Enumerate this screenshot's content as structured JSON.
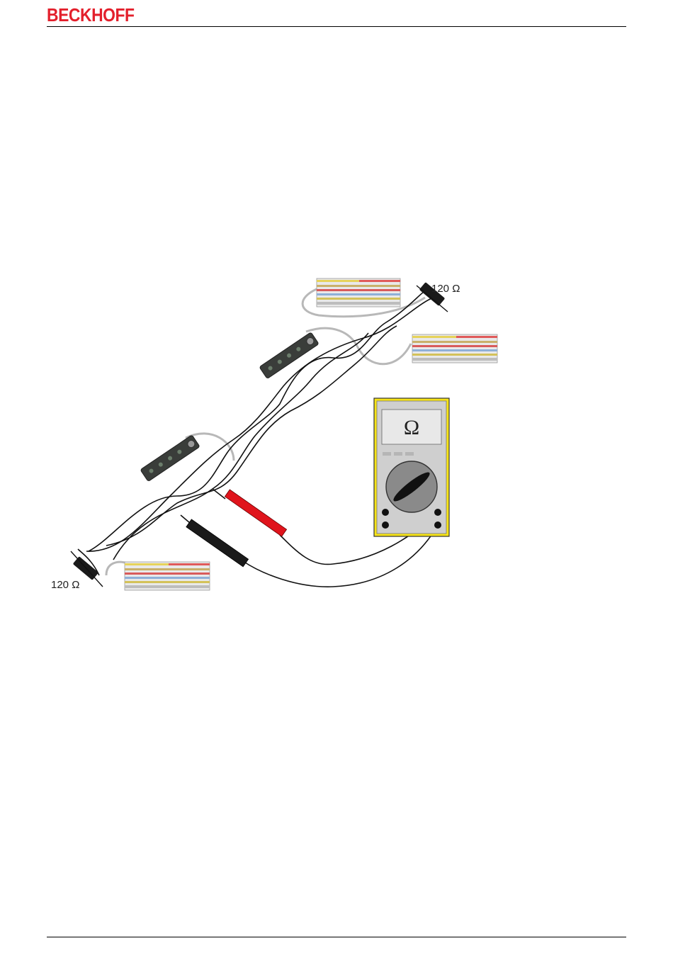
{
  "header": {
    "logo_text": "BECKHOFF",
    "brand_color": "#e3202c"
  },
  "figure": {
    "resistor_label_top": "120 Ω",
    "resistor_label_bottom": "120 Ω",
    "meter_display_symbol": "Ω",
    "colors": {
      "probe_red": "#e0141c",
      "meter_body": "#f7e417",
      "meter_panel": "#cfcfcf",
      "module_body": "#3a3d3a",
      "cable_grey": "#b8b8b8"
    }
  }
}
